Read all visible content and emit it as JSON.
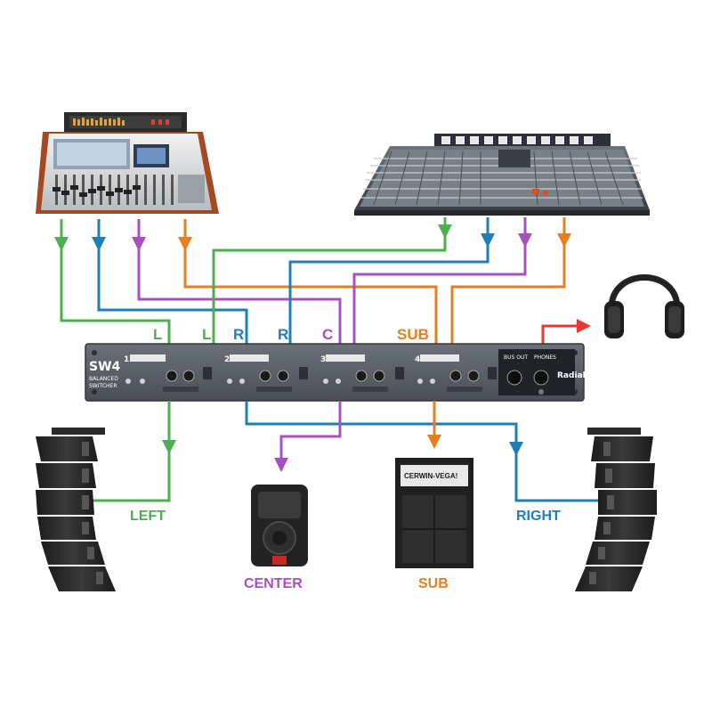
{
  "colors": {
    "green": "#4caf50",
    "blue": "#1f7fb5",
    "purple": "#a94fc0",
    "orange": "#e67e22",
    "red": "#e53935",
    "rack": "#5b6068"
  },
  "input_labels": {
    "left_console_l": "L",
    "right_console_l": "L",
    "left_console_r": "R",
    "right_console_r": "R",
    "center": "C",
    "sub": "SUB"
  },
  "rack": {
    "model": "SW4",
    "subtitle_line1": "BALANCED",
    "subtitle_line2": "SWITCHER",
    "channels": [
      "1",
      "2",
      "3",
      "4"
    ],
    "bus_out": "BUS OUT",
    "phones": "PHONES",
    "brand": "Radial"
  },
  "subwoofer_brand": "CERWIN-VEGA!",
  "outputs": {
    "left": "LEFT",
    "center": "CENTER",
    "sub": "SUB",
    "right": "RIGHT"
  }
}
